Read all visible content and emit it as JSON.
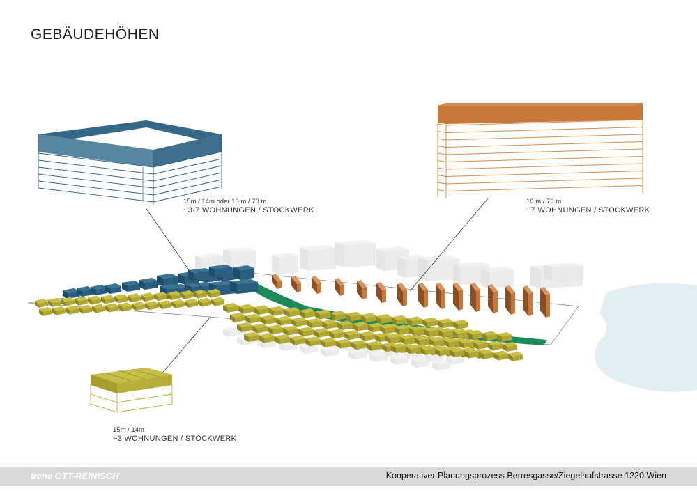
{
  "title": "GEBÄUDEHÖHEN",
  "labels": {
    "blue": {
      "line1": "15m / 14m   oder   10 m / 70 m",
      "line2": "~3-7 WOHNUNGEN / STOCKWERK"
    },
    "orange": {
      "line1": "10 m / 70 m",
      "line2": "~7 WOHNUNGEN / STOCKWERK"
    },
    "yellow": {
      "line1": "15m / 14m",
      "line2": "~3 WOHNUNGEN / STOCKWERK"
    }
  },
  "footer": {
    "author": "Irene OTT-REINISCH",
    "project": "Kooperativer Planungsprozess Berresgasse/Ziegelhofstrasse 1220 Wien"
  },
  "colors": {
    "blue": "#2a5f7f",
    "orange": "#c8783a",
    "yellow": "#b8ae3a",
    "green": "#1e8a5a",
    "context": "#e6e6e6",
    "background_shape": "#e3eef3",
    "footer": "#d9d9d9"
  },
  "legend": [
    {
      "key": "blue",
      "floors": 7
    },
    {
      "key": "orange",
      "floors": 9
    },
    {
      "key": "yellow",
      "floors": 3
    }
  ]
}
